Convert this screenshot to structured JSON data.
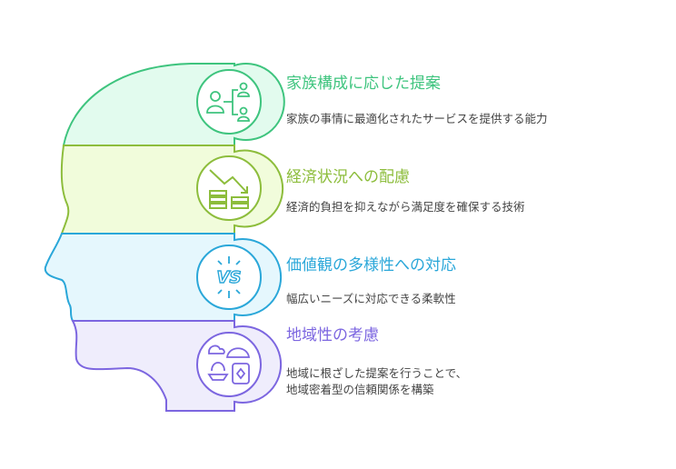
{
  "colors": {
    "green": "#3ec47e",
    "lime": "#8dbd3c",
    "blue": "#2aa7d9",
    "purple": "#7c66e0",
    "green_fill": "#e2fbee",
    "lime_fill": "#f1fcdb",
    "blue_fill": "#e5f7fd",
    "purple_fill": "#efedfc"
  },
  "sections": [
    {
      "title": "家族構成に応じた提案",
      "desc": "家族の事情に最適化されたサービスを提供する能力",
      "icon": "family-tree-icon"
    },
    {
      "title": "経済状況への配慮",
      "desc": "経済的負担を抑えながら満足度を確保する技術",
      "icon": "coins-decline-icon"
    },
    {
      "title": "価値観の多様性への対応",
      "desc": "幅広いニーズに対応できる柔軟性",
      "icon": "vs-icon"
    },
    {
      "title": "地域性の考慮",
      "desc_lines": [
        "地域に根ざした提案を行うことで、",
        "地域密着型の信頼関係を構築"
      ],
      "icon": "local-food-icon"
    }
  ]
}
